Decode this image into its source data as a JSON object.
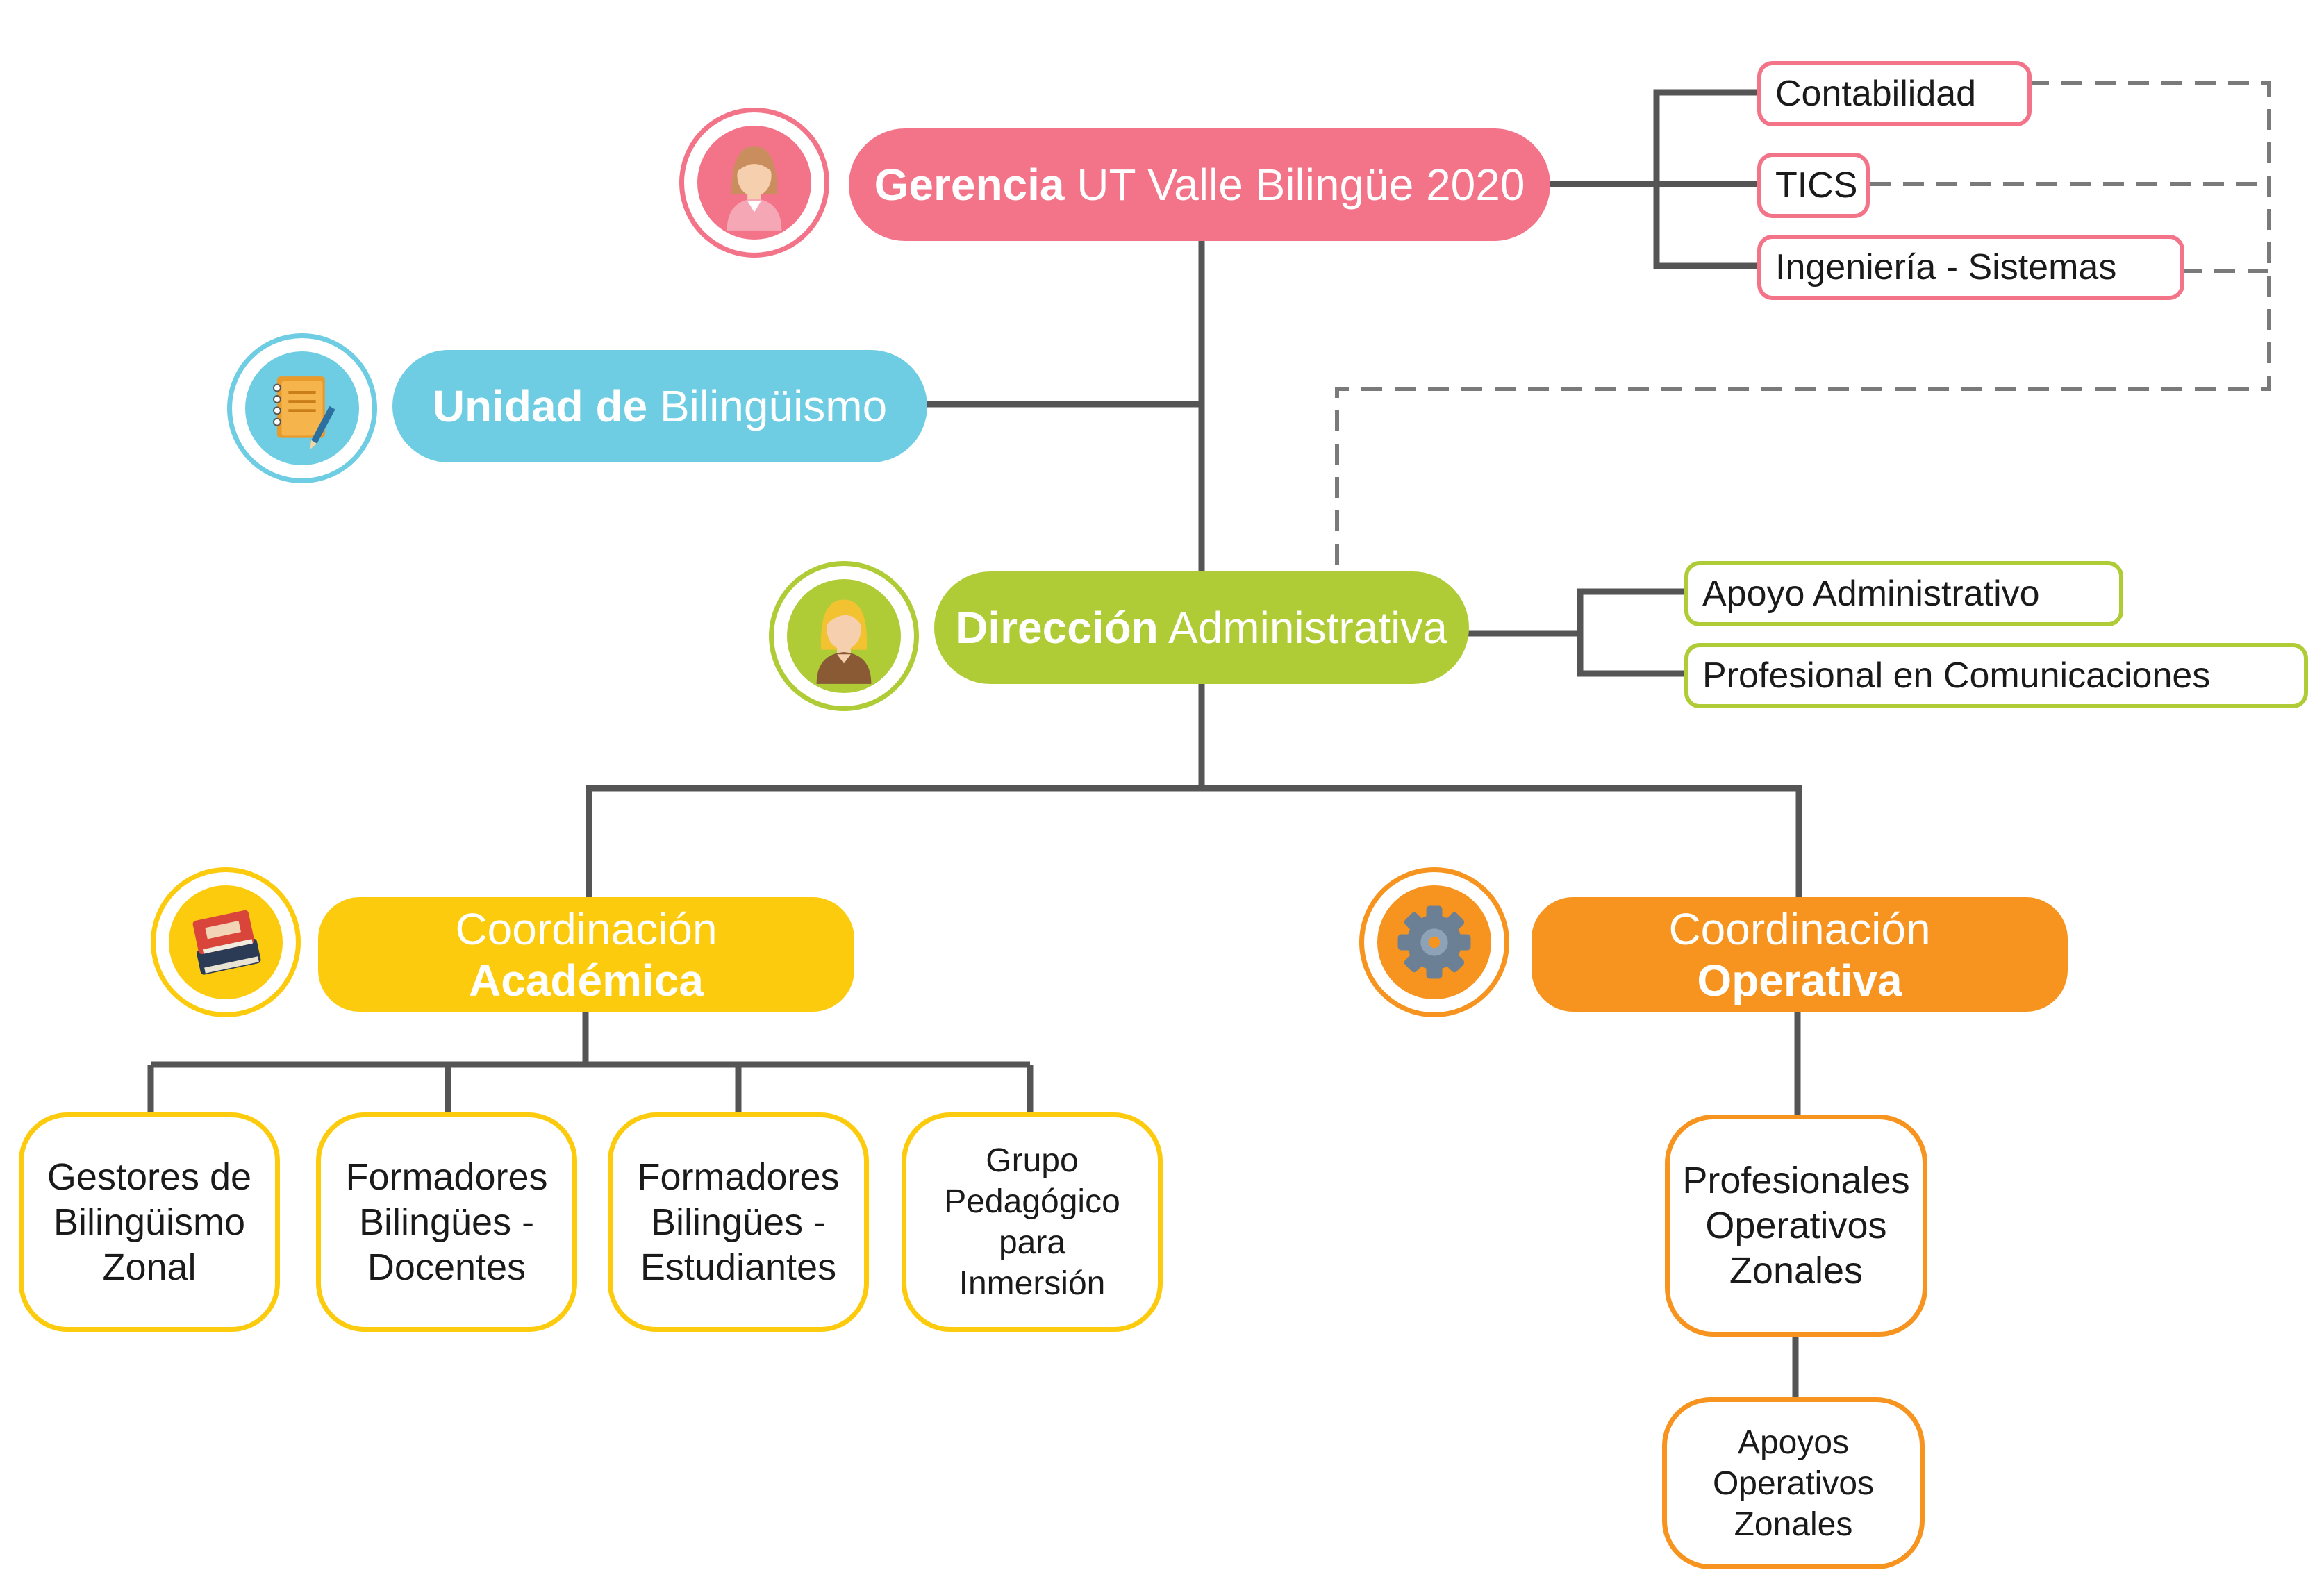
{
  "colors": {
    "pink": "#F37489",
    "blue": "#6ECDE2",
    "green": "#AFCC37",
    "yellow": "#FDCB0D",
    "orange": "#F7941F",
    "line": "#555555",
    "dash": "#7a7a7a"
  },
  "gerencia": {
    "bold": "Gerencia",
    "rest": " UT Valle Bilingüe 2020",
    "icon": "woman-avatar-icon"
  },
  "gerencia_units": [
    "Contabilidad",
    "TICS",
    "Ingeniería - Sistemas"
  ],
  "unidad": {
    "bold": "Unidad de",
    "rest": " Bilingüismo",
    "icon": "notebook-pencil-icon"
  },
  "direccion": {
    "bold": "Dirección",
    "rest": " Administrativa",
    "icon": "blonde-woman-avatar-icon"
  },
  "direccion_units": [
    "Apoyo Administrativo",
    "Profesional en Comunicaciones"
  ],
  "academica": {
    "line1": "Coordinación",
    "line2": "Académica",
    "icon": "books-icon"
  },
  "operativa": {
    "line1": "Coordinación",
    "line2": "Operativa",
    "icon": "gear-icon"
  },
  "academic_teams": [
    [
      "Gestores de",
      "Bilingüismo",
      "Zonal"
    ],
    [
      "Formadores",
      "Bilingües -",
      "Docentes"
    ],
    [
      "Formadores",
      "Bilingües -",
      "Estudiantes"
    ],
    [
      "Grupo",
      "Pedagógico",
      "para",
      "Inmersión"
    ]
  ],
  "operative_teams": [
    [
      "Profesionales",
      "Operativos",
      "Zonales"
    ],
    [
      "Apoyos",
      "Operativos",
      "Zonales"
    ]
  ]
}
